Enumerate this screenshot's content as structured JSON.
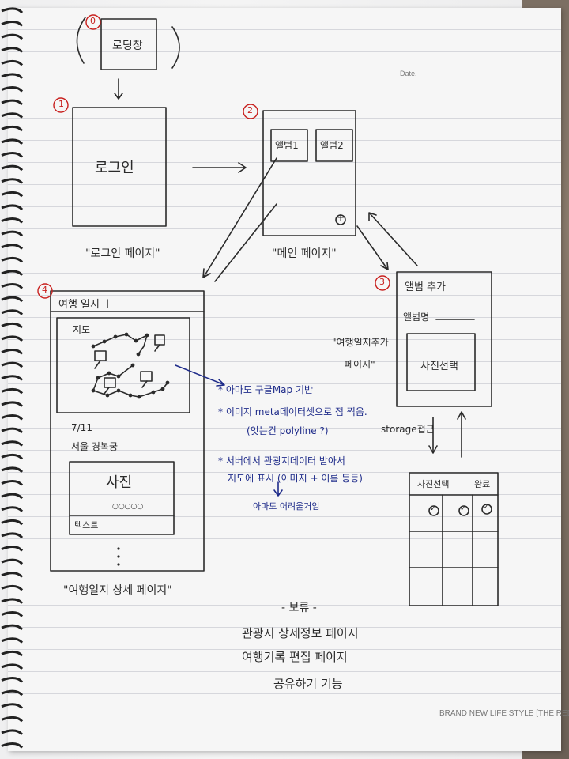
{
  "page": {
    "date_label": "Date.",
    "footer": "BRAND NEW LIFE STYLE [THE RED]"
  },
  "loading": {
    "number": "0",
    "box_label": "로딩창"
  },
  "login": {
    "number": "1",
    "box_label": "로그인",
    "caption": "\"로그인 페이지\""
  },
  "main": {
    "number": "2",
    "album1": "앨범1",
    "album2": "앨범2",
    "plus": "+",
    "caption": "\"메인 페이지\""
  },
  "album_add": {
    "number": "3",
    "title": "앨범 추가",
    "name_label": "앨범명",
    "photo_select": "사진선택",
    "caption_line1": "\"여행일지추가",
    "caption_line2": "페이지\"",
    "storage_label": "storage접근"
  },
  "photo_picker": {
    "header_left": "사진선택",
    "header_right": "완료",
    "check": "✓"
  },
  "travel_log": {
    "number": "4",
    "title": "여행 일지 ㅣ",
    "map_label": "지도",
    "date": "7/11",
    "place": "서울 경복궁",
    "photo_label": "사진",
    "dots": "○○○○○",
    "text_label": "텍스트",
    "caption": "\"여행일지 상세 페이지\""
  },
  "notes": {
    "line1": "* 아마도 구글Map 기반",
    "line2": "* 이미지 meta데이터셋으로 점 찍음.",
    "line3": "(잇는건 polyline ?)",
    "line4": "* 서버에서 관광지데이터 받아서",
    "line5": "지도에 표시 (이미지 + 이름 등등)",
    "line6": "아마도 어려울거임"
  },
  "pending": {
    "heading": "- 보류 -",
    "item1": "관광지 상세정보 페이지",
    "item2": "여행기록 편집 페이지",
    "item3": "공유하기 기능"
  },
  "colors": {
    "pencil": "#2b2b2b",
    "blue_pen": "#1f2c8a",
    "red_pen": "#c8201e",
    "rule_lines": "#d6d7dc"
  }
}
